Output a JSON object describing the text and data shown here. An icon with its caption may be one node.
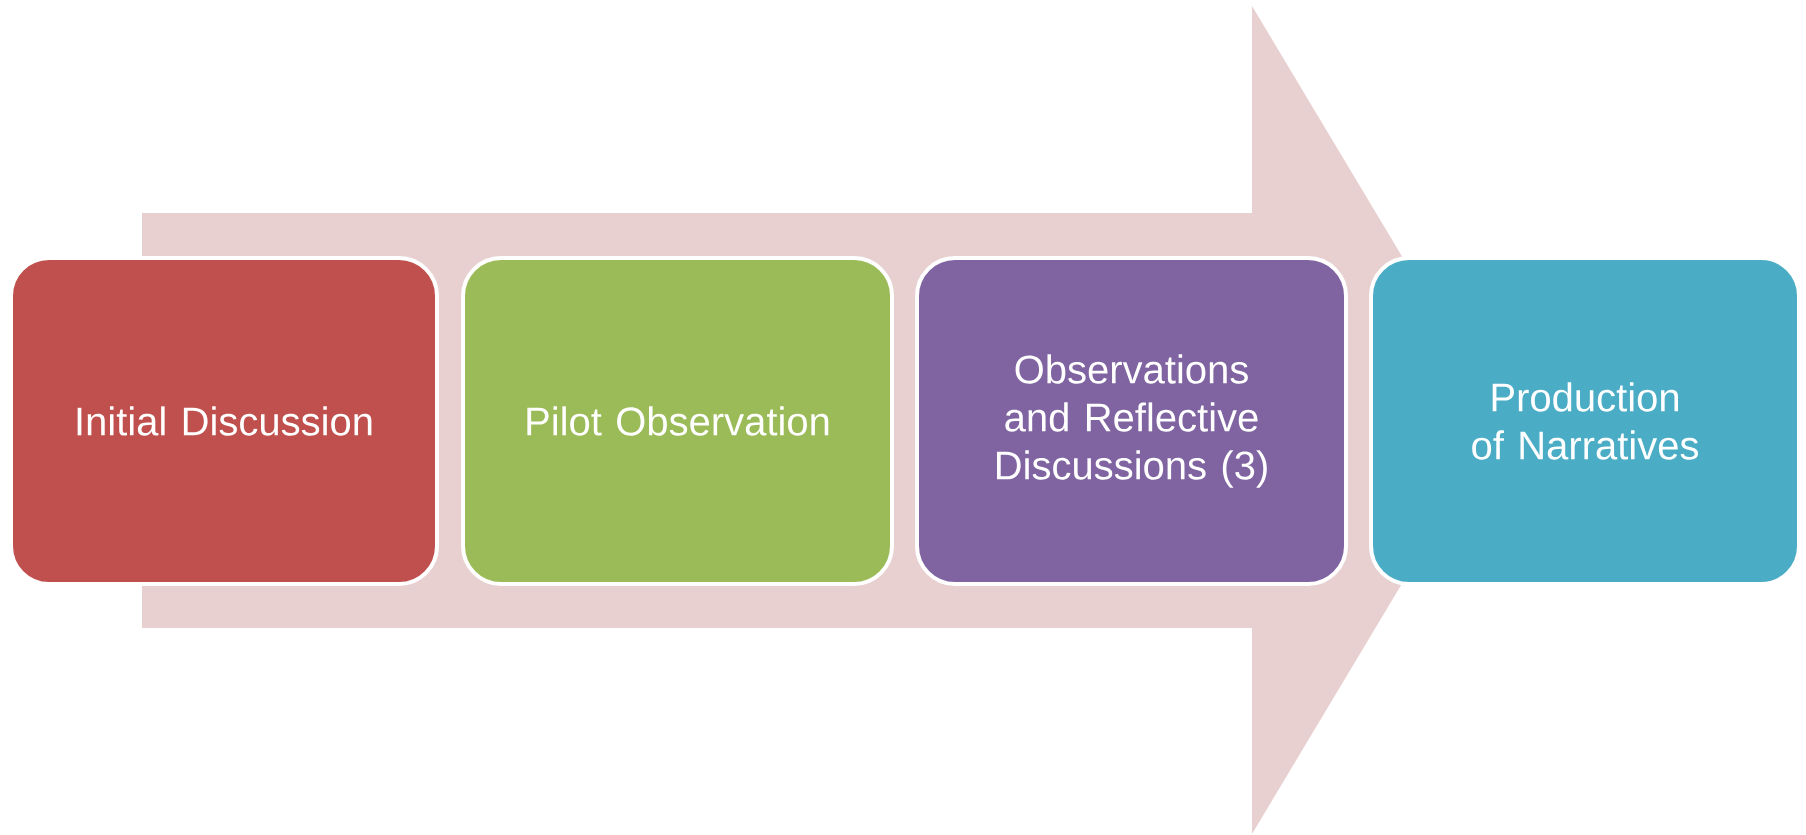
{
  "diagram": {
    "nodes": [
      {
        "text": [
          "Initial Discussion"
        ]
      },
      {
        "text": [
          "Pilot Observation"
        ]
      },
      {
        "text": [
          "Observations and Reflective Discussions (3)"
        ]
      },
      {
        "text": [
          "Production of Narratives"
        ]
      }
    ]
  }
}
